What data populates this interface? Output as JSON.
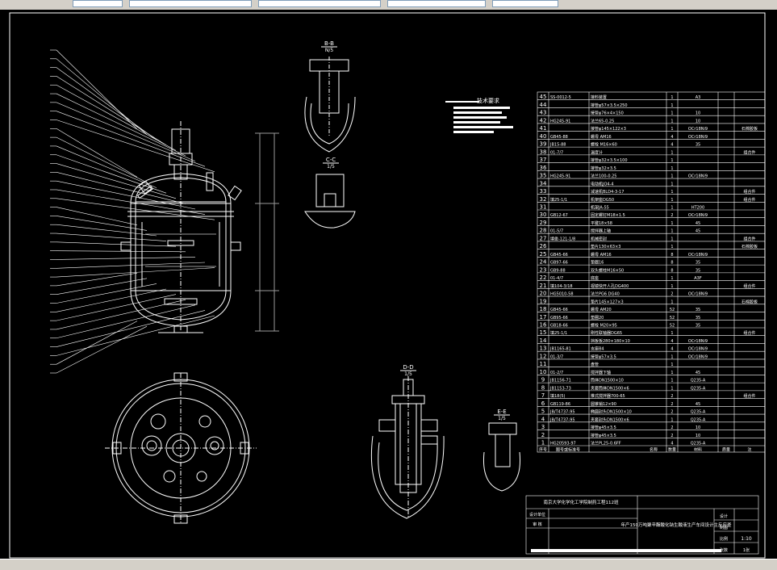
{
  "colors": {
    "background": "#000000",
    "lines": "#ffffff",
    "dim": "#9a9a9a",
    "accent_red": "#d04040"
  },
  "views": {
    "section_bb": {
      "label": "B-B",
      "scale": "N/5"
    },
    "section_cc": {
      "label": "C-C",
      "scale": "1/5"
    },
    "section_dd": {
      "label": "D-D",
      "scale": "1/5"
    },
    "section_ee": {
      "label": "E-E",
      "scale": "1/5"
    }
  },
  "tech_requirements": {
    "title": "技术要求"
  },
  "parts_list": {
    "header": [
      "序号",
      "图号或标准号",
      "名称",
      "数量",
      "材料",
      "质量",
      "注"
    ],
    "rows": [
      {
        "no": "45",
        "code": "SS-0012-5",
        "name": "接料装置",
        "qty": "1",
        "mat": "A3",
        "note": ""
      },
      {
        "no": "44",
        "code": "",
        "name": "接管φ57×3.5×250",
        "qty": "1",
        "mat": "",
        "note": ""
      },
      {
        "no": "43",
        "code": "",
        "name": "接管φ76×4×150",
        "qty": "1",
        "mat": "10",
        "note": ""
      },
      {
        "no": "42",
        "code": "HG245-91",
        "name": "法兰65-0.25",
        "qty": "1",
        "mat": "10",
        "note": ""
      },
      {
        "no": "41",
        "code": "",
        "name": "接管φ145×122×3",
        "qty": "1",
        "mat": "OCr18Ni9",
        "note": "石棉胶板"
      },
      {
        "no": "40",
        "code": "GB45-88",
        "name": "螺母 AM16",
        "qty": "4",
        "mat": "OCr18Ni9",
        "note": ""
      },
      {
        "no": "39",
        "code": "JB15-88",
        "name": "螺栓 M16×60",
        "qty": "4",
        "mat": "35",
        "note": ""
      },
      {
        "no": "38",
        "code": "01-7/7",
        "name": "温度计",
        "qty": "1",
        "mat": "",
        "note": "组合件"
      },
      {
        "no": "37",
        "code": "",
        "name": "接管φ32×3.5×100",
        "qty": "1",
        "mat": "",
        "note": ""
      },
      {
        "no": "36",
        "code": "",
        "name": "接管φ32×3.5",
        "qty": "1",
        "mat": "",
        "note": ""
      },
      {
        "no": "35",
        "code": "HG245-91",
        "name": "法兰100-0.25",
        "qty": "1",
        "mat": "OCr18Ni9",
        "note": ""
      },
      {
        "no": "34",
        "code": "",
        "name": "电动机JO4-4",
        "qty": "1",
        "mat": "",
        "note": ""
      },
      {
        "no": "33",
        "code": "",
        "name": "减速机BLD4-3-17",
        "qty": "1",
        "mat": "",
        "note": "组合件"
      },
      {
        "no": "32",
        "code": "填25-1/1",
        "name": "机架座DG50",
        "qty": "1",
        "mat": "",
        "note": "组合件"
      },
      {
        "no": "31",
        "code": "",
        "name": "机架JA-55",
        "qty": "1",
        "mat": "HT200",
        "note": ""
      },
      {
        "no": "30",
        "code": "GB12-67",
        "name": "固定螺钉M18×1.5",
        "qty": "2",
        "mat": "OCr18Ni9",
        "note": ""
      },
      {
        "no": "29",
        "code": "",
        "name": "平键18×58",
        "qty": "1",
        "mat": "45",
        "note": ""
      },
      {
        "no": "28",
        "code": "01-5/7",
        "name": "搅拌器上轴",
        "qty": "1",
        "mat": "45",
        "note": ""
      },
      {
        "no": "27",
        "code": "填俊-121-1/8",
        "name": "机械密封",
        "qty": "1",
        "mat": "",
        "note": "组合件"
      },
      {
        "no": "26",
        "code": "",
        "name": "垫片130×63×3",
        "qty": "1",
        "mat": "",
        "note": "石棉胶板"
      },
      {
        "no": "25",
        "code": "GB45-66",
        "name": "螺母 AM16",
        "qty": "8",
        "mat": "OCr18Ni9",
        "note": ""
      },
      {
        "no": "24",
        "code": "GB97-66",
        "name": "垫圈16",
        "qty": "8",
        "mat": "35",
        "note": ""
      },
      {
        "no": "23",
        "code": "GB9-88",
        "name": "双头螺柱M16×50",
        "qty": "8",
        "mat": "35",
        "note": ""
      },
      {
        "no": "22",
        "code": "01-4/7",
        "name": "底座",
        "qty": "1",
        "mat": "A3F",
        "note": ""
      },
      {
        "no": "21",
        "code": "填104-3/18",
        "name": "视镜快开人孔DG400",
        "qty": "1",
        "mat": "",
        "note": "组合件"
      },
      {
        "no": "20",
        "code": "HG5010-58",
        "name": "法兰PG6 DG40",
        "qty": "2",
        "mat": "OCr18Ni9",
        "note": ""
      },
      {
        "no": "19",
        "code": "",
        "name": "垫片145×127×3",
        "qty": "1",
        "mat": "",
        "note": "石棉胶板"
      },
      {
        "no": "18",
        "code": "GB45-66",
        "name": "螺母 AM20",
        "qty": "52",
        "mat": "35",
        "note": ""
      },
      {
        "no": "17",
        "code": "GB95-66",
        "name": "垫圈20",
        "qty": "52",
        "mat": "35",
        "note": ""
      },
      {
        "no": "16",
        "code": "GB18-66",
        "name": "螺栓 M20×95",
        "qty": "52",
        "mat": "35",
        "note": ""
      },
      {
        "no": "15",
        "code": "填25-1/1",
        "name": "刚性联轴器DG65",
        "qty": "1",
        "mat": "",
        "note": "组合件"
      },
      {
        "no": "14",
        "code": "",
        "name": "挡板板280×180×10",
        "qty": "4",
        "mat": "OCr18Ni9",
        "note": ""
      },
      {
        "no": "13",
        "code": "JB1165-81",
        "name": "支座B4",
        "qty": "4",
        "mat": "OCr18Ni9",
        "note": ""
      },
      {
        "no": "12",
        "code": "01-3/7",
        "name": "接管φ57×3.5",
        "qty": "1",
        "mat": "OCr18Ni9",
        "note": ""
      },
      {
        "no": "11",
        "code": "",
        "name": "盘管",
        "qty": "1",
        "mat": "",
        "note": ""
      },
      {
        "no": "10",
        "code": "01-2/7",
        "name": "搅拌器下轴",
        "qty": "1",
        "mat": "45",
        "note": ""
      },
      {
        "no": "9",
        "code": "JB1156-71",
        "name": "筒体DN1500×10",
        "qty": "1",
        "mat": "Q235-A",
        "note": ""
      },
      {
        "no": "8",
        "code": "JB1153-73",
        "name": "夹套筒体DN1500×6",
        "qty": "1",
        "mat": "Q235-A",
        "note": ""
      },
      {
        "no": "7",
        "code": "填18(5)",
        "name": "推式搅拌器700-65",
        "qty": "2",
        "mat": "",
        "note": "组合件"
      },
      {
        "no": "6",
        "code": "GB119-86",
        "name": "圆锥销12×90",
        "qty": "2",
        "mat": "45",
        "note": ""
      },
      {
        "no": "5",
        "code": "JB/T4737-95",
        "name": "椭圆封头DN1500×10",
        "qty": "2",
        "mat": "Q235-A",
        "note": ""
      },
      {
        "no": "4",
        "code": "JB/T4737-95",
        "name": "夹套封头DN1500×6",
        "qty": "1",
        "mat": "Q235-A",
        "note": ""
      },
      {
        "no": "3",
        "code": "",
        "name": "接管φ45×3.5",
        "qty": "2",
        "mat": "10",
        "note": ""
      },
      {
        "no": "2",
        "code": "",
        "name": "接管φ45×3.5",
        "qty": "2",
        "mat": "10",
        "note": ""
      },
      {
        "no": "1",
        "code": "HG20593-97",
        "name": "法兰PL25-0.6FF",
        "qty": "4",
        "mat": "Q235-A",
        "note": ""
      }
    ]
  },
  "title_block": {
    "school": "南京大学化学化工学院制药工程112班",
    "title": "年产150万吨聚辛酯酸化钠生酸液生产车间设计主反应釜",
    "labels": {
      "project": "设计单位",
      "check": "审 核",
      "design": "设计",
      "draw": "制图",
      "scale_label": "比例",
      "sheet_label": "张数"
    },
    "scale": "1:10",
    "sheet": "1张"
  }
}
